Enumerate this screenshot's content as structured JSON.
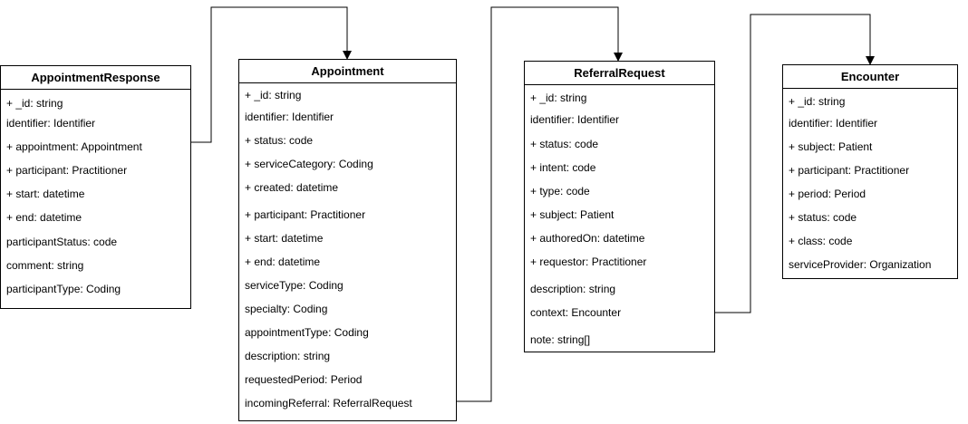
{
  "classes": {
    "appointment_response": {
      "name": "AppointmentResponse",
      "attributes": [
        "+ _id: string",
        "identifier: Identifier",
        "+ appointment: Appointment",
        "+ participant: Practitioner",
        "+ start: datetime",
        "+ end: datetime",
        "participantStatus: code",
        "comment: string",
        "participantType: Coding"
      ]
    },
    "appointment": {
      "name": "Appointment",
      "attributes": [
        "+ _id: string",
        "identifier: Identifier",
        "+ status: code",
        "+ serviceCategory: Coding",
        "+ created: datetime",
        "+ participant: Practitioner",
        "+ start: datetime",
        "+ end: datetime",
        "serviceType: Coding",
        "specialty: Coding",
        "appointmentType: Coding",
        "description: string",
        "requestedPeriod: Period",
        "incomingReferral: ReferralRequest"
      ]
    },
    "referral_request": {
      "name": "ReferralRequest",
      "attributes": [
        "+ _id: string",
        "identifier: Identifier",
        "+ status: code",
        "+ intent: code",
        "+ type: code",
        "+ subject: Patient",
        "+ authoredOn: datetime",
        "+ requestor: Practitioner",
        "description: string",
        "context: Encounter",
        "note: string[]"
      ]
    },
    "encounter": {
      "name": "Encounter",
      "attributes": [
        "+ _id: string",
        "identifier: Identifier",
        "+ subject: Patient",
        "+ participant: Practitioner",
        "+ period: Period",
        "+ status: code",
        "+ class: code",
        "serviceProvider: Organization"
      ]
    }
  }
}
